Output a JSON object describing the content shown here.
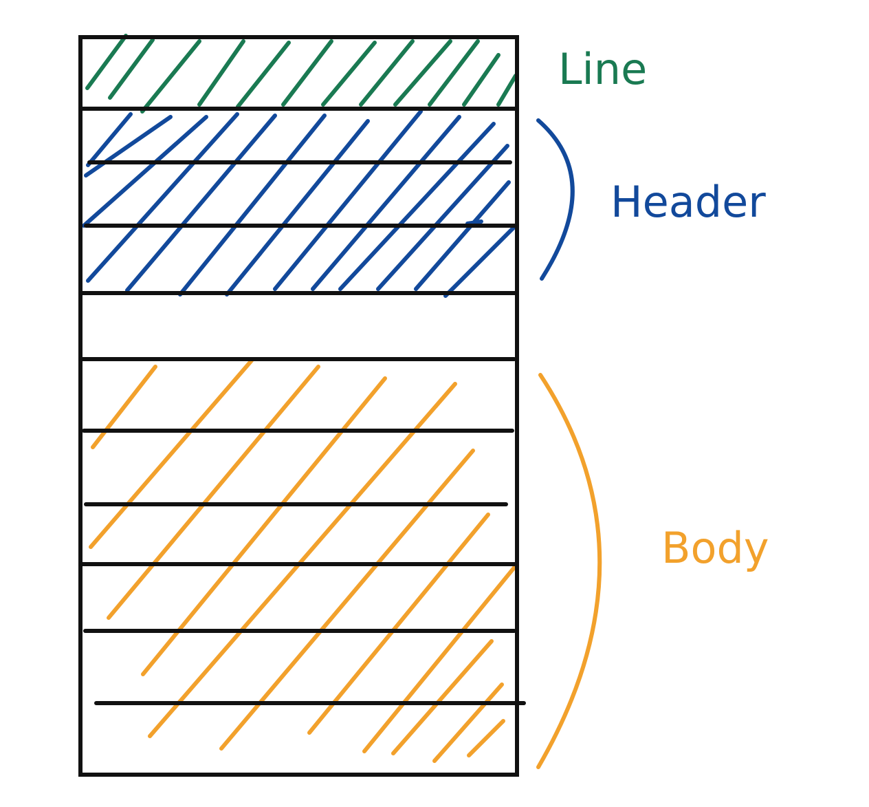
{
  "labels": {
    "line": "Line",
    "header": "Header",
    "body": "Body"
  },
  "colors": {
    "ink": "#111111",
    "line": "#1a7a52",
    "header": "#12499b",
    "body": "#f2a12c"
  }
}
